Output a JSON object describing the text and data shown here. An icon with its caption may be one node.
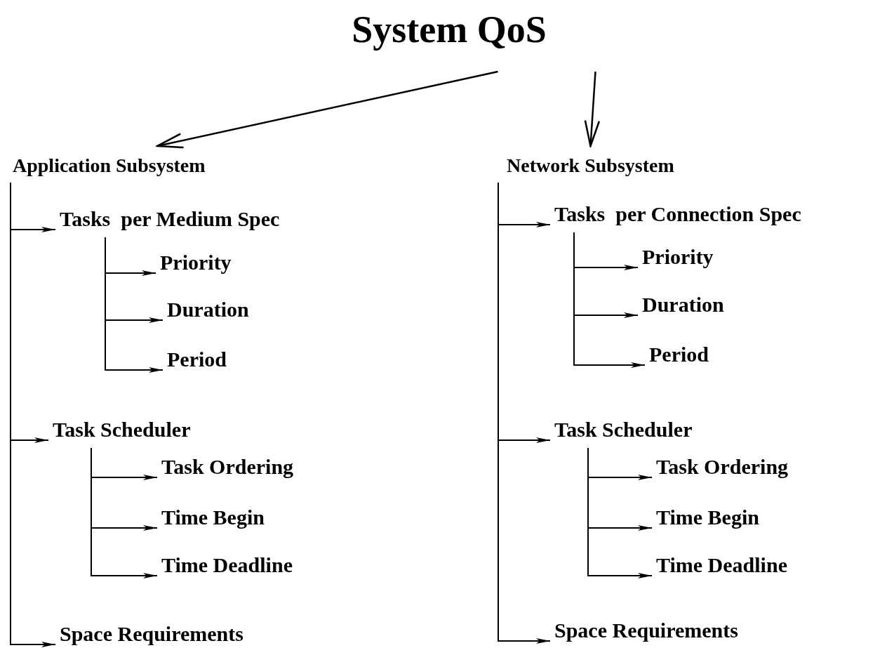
{
  "diagram": {
    "nodes": [
      {
        "text": [
          "System QoS"
        ]
      },
      {
        "text": [
          "Application Subsystem"
        ]
      },
      {
        "text": [
          "Network Subsystem"
        ]
      },
      {
        "text": [
          "Tasks  per Medium Spec"
        ]
      },
      {
        "text": [
          "Priority"
        ]
      },
      {
        "text": [
          "Duration"
        ]
      },
      {
        "text": [
          "Period"
        ]
      },
      {
        "text": [
          "Task Scheduler"
        ]
      },
      {
        "text": [
          "Task Ordering"
        ]
      },
      {
        "text": [
          "Time Begin"
        ]
      },
      {
        "text": [
          "Time Deadline"
        ]
      },
      {
        "text": [
          "Space Requirements"
        ]
      },
      {
        "text": [
          "Tasks  per Connection Spec"
        ]
      },
      {
        "text": [
          "Priority"
        ]
      },
      {
        "text": [
          "Duration"
        ]
      },
      {
        "text": [
          "Period"
        ]
      },
      {
        "text": [
          "Task Scheduler"
        ]
      },
      {
        "text": [
          "Task Ordering"
        ]
      },
      {
        "text": [
          "Time Begin"
        ]
      },
      {
        "text": [
          "Time Deadline"
        ]
      },
      {
        "text": [
          "Space Requirements"
        ]
      }
    ],
    "edges": [
      {
        "from": 0,
        "to": 1,
        "arrow": "to"
      },
      {
        "from": 0,
        "to": 2,
        "arrow": "to"
      },
      {
        "from": 1,
        "to": 3,
        "arrow": "to"
      },
      {
        "from": 3,
        "to": 4,
        "arrow": "to"
      },
      {
        "from": 3,
        "to": 5,
        "arrow": "to"
      },
      {
        "from": 3,
        "to": 6,
        "arrow": "to"
      },
      {
        "from": 1,
        "to": 7,
        "arrow": "to"
      },
      {
        "from": 7,
        "to": 8,
        "arrow": "to"
      },
      {
        "from": 7,
        "to": 9,
        "arrow": "to"
      },
      {
        "from": 7,
        "to": 10,
        "arrow": "to"
      },
      {
        "from": 1,
        "to": 11,
        "arrow": "to"
      },
      {
        "from": 2,
        "to": 12,
        "arrow": "to"
      },
      {
        "from": 12,
        "to": 13,
        "arrow": "to"
      },
      {
        "from": 12,
        "to": 14,
        "arrow": "to"
      },
      {
        "from": 12,
        "to": 15,
        "arrow": "to"
      },
      {
        "from": 2,
        "to": 16,
        "arrow": "to"
      },
      {
        "from": 16,
        "to": 17,
        "arrow": "to"
      },
      {
        "from": 16,
        "to": 18,
        "arrow": "to"
      },
      {
        "from": 16,
        "to": 19,
        "arrow": "to"
      },
      {
        "from": 2,
        "to": 20,
        "arrow": "to"
      }
    ]
  }
}
